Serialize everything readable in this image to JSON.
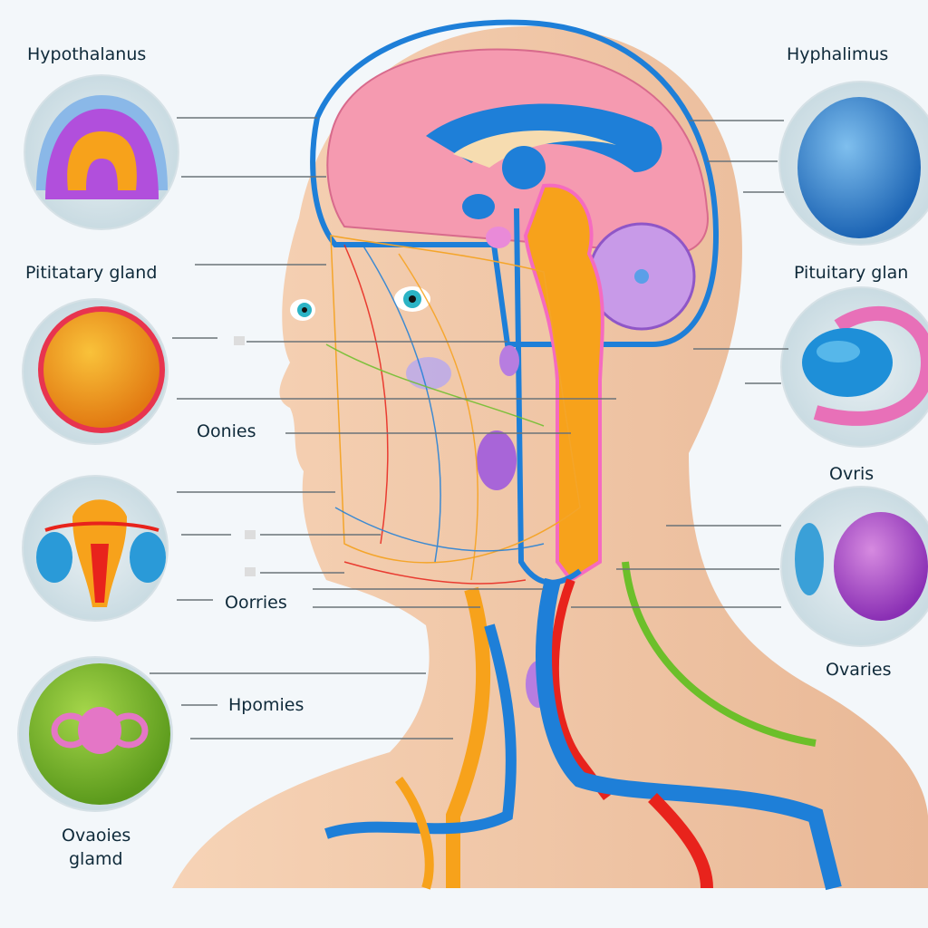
{
  "labels": {
    "hypothalanus": "Hypothalanus",
    "hyphalimus": "Hyphalimus",
    "pititatary_gland": "Pititatary gland",
    "pituitary_glan": "Pituitary glan",
    "oonies": "Oonies",
    "ovris": "Ovris",
    "oorries": "Oorries",
    "ovaries": "Ovaries",
    "hpomies": "Hpomies",
    "ovaoies_line1": "Ovaoies",
    "ovaoies_line2": "glamd"
  },
  "colors": {
    "background": "#f3f7fa",
    "skin": "#f2c9a8",
    "brain": "#f59ab0",
    "vessel_blue": "#1e7fd8",
    "vessel_red": "#e8231c",
    "spinal_orange": "#f7a21b",
    "nerve_green": "#6cbf2a",
    "label_text": "#0f2a3a"
  }
}
